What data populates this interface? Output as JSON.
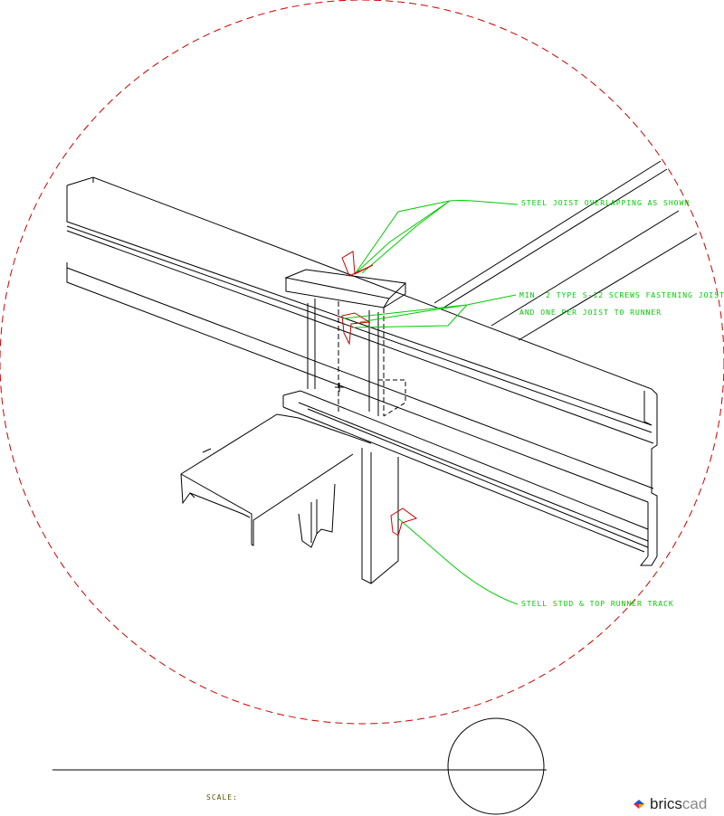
{
  "annotations": {
    "joist_overlap": "STEEL JOIST OVERLAPPING AS SHOWN",
    "screws_line1": "MIN. 2 TYPE S-12 SCREWS FASTENING JOIST",
    "screws_line2": "AND ONE PER JOIST TO RUNNER",
    "stud_track": "STELL STUD & TOP RUNNER TRACK"
  },
  "title_block": {
    "scale_label": "SCALE:"
  },
  "brand": {
    "name_part1": "brics",
    "name_part2": "cad"
  },
  "colors": {
    "line": "#000000",
    "leader": "#00cc00",
    "arrow": "#cc0000",
    "boundary": "#cc0000",
    "note_text": "#00cc00",
    "scale_text": "#555500"
  }
}
